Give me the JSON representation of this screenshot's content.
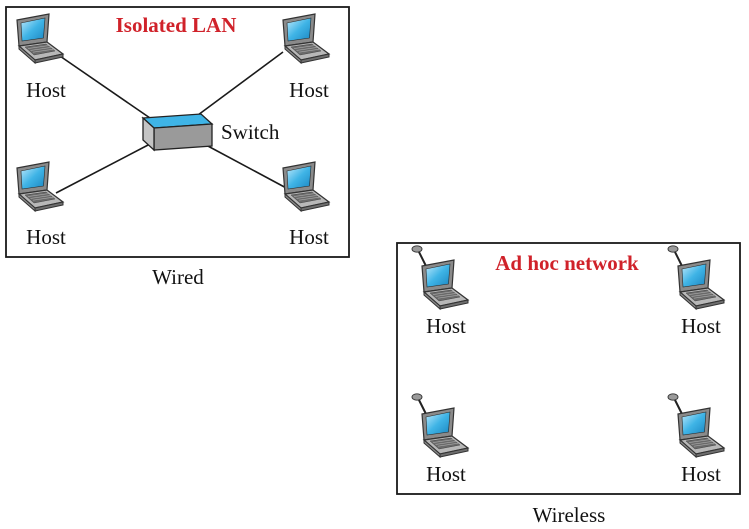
{
  "wired": {
    "title": "Isolated LAN",
    "caption": "Wired",
    "switch_label": "Switch",
    "hosts": [
      "Host",
      "Host",
      "Host",
      "Host"
    ]
  },
  "wireless": {
    "title": "Ad hoc network",
    "caption": "Wireless",
    "hosts": [
      "Host",
      "Host",
      "Host",
      "Host"
    ]
  },
  "colors": {
    "title": "#d0222a",
    "screen": "#3fb4e6",
    "switch_top": "#3fb4e6",
    "switch_side": "#9a9a9a"
  },
  "icons": {
    "host": "laptop-icon",
    "wireless_host": "laptop-with-antenna-icon",
    "switch": "switch-icon"
  }
}
